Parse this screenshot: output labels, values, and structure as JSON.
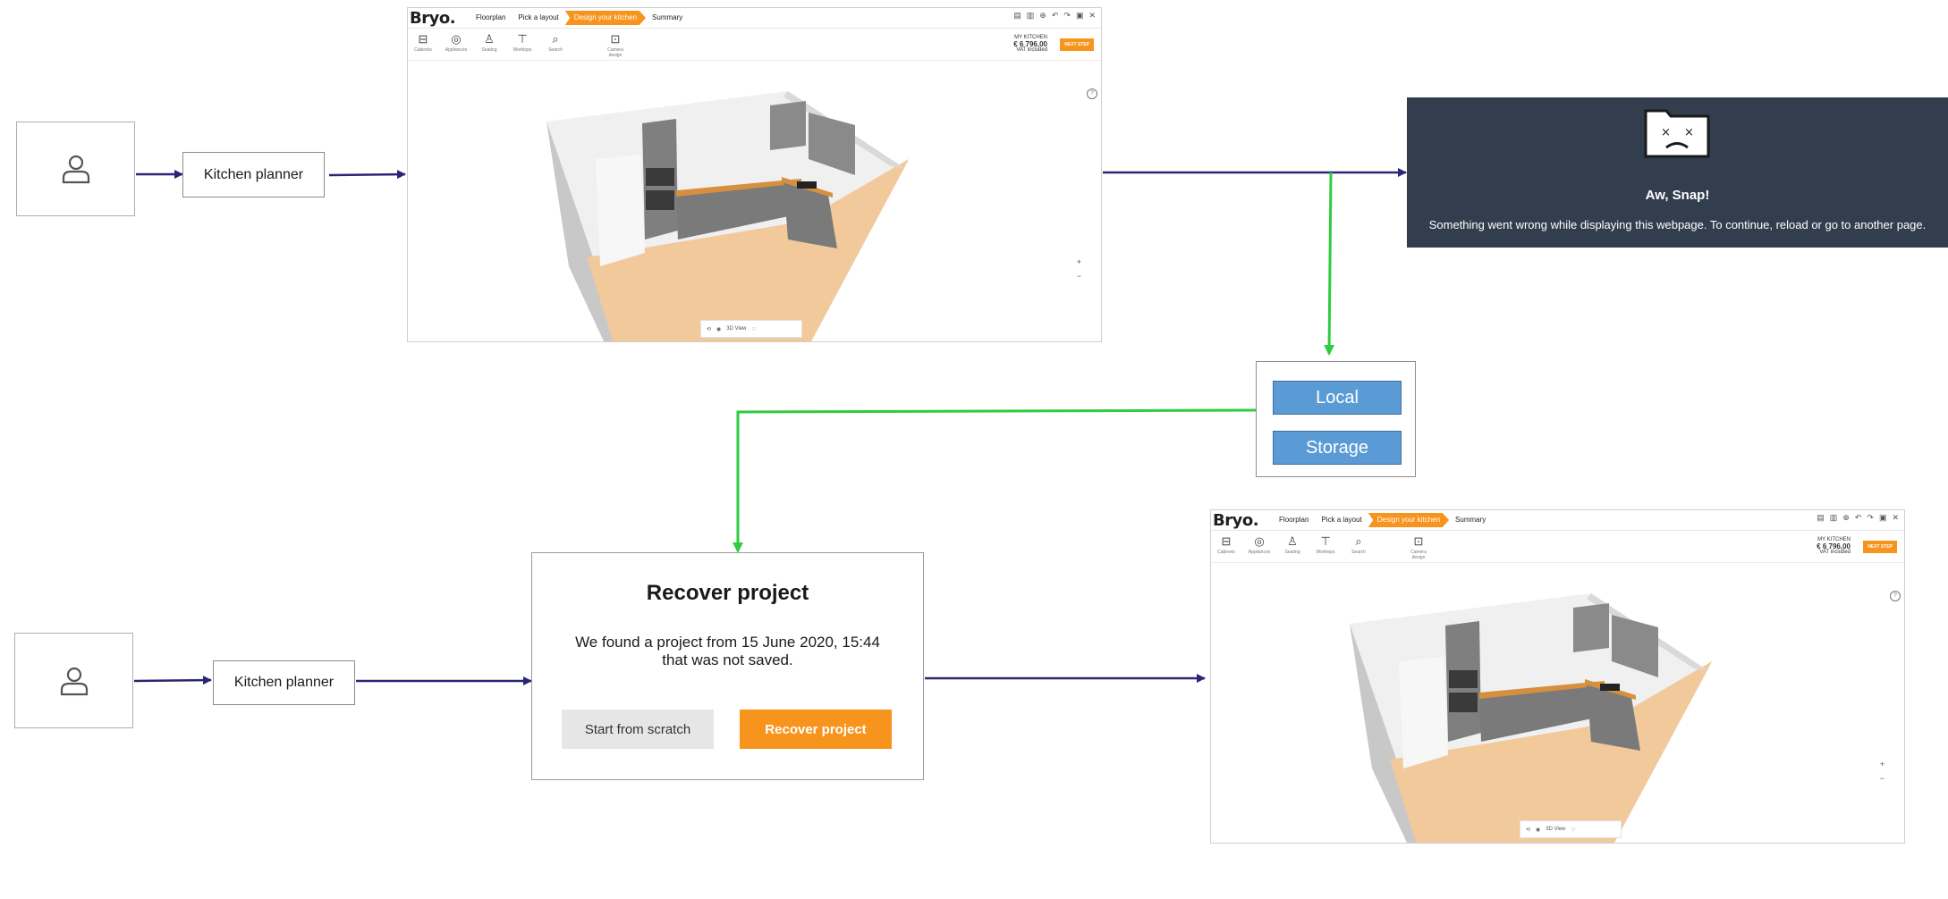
{
  "colors": {
    "arrow_main": "#2b2575",
    "arrow_storage": "#2ecc40",
    "accent": "#f7941d",
    "crash_bg": "#323e4d",
    "storage_blue": "#5b9bd5"
  },
  "flow_top": {
    "user_icon": "user-icon",
    "planner_label": "Kitchen planner"
  },
  "flow_bottom": {
    "user_icon": "user-icon",
    "planner_label": "Kitchen planner"
  },
  "app": {
    "logo": "Bryo.",
    "steps": [
      "Floorplan",
      "Pick a layout",
      "Design your kitchen",
      "Summary"
    ],
    "active_step": "Design your kitchen",
    "tools": [
      "Cabinets",
      "Appliances",
      "Seating",
      "Worktops",
      "Search",
      "Camera design"
    ],
    "project_name": "MY KITCHEN",
    "price": "€ 6 796,00",
    "vat": "VAT included",
    "next_label": "NEXT STEP",
    "view_label": "3D View"
  },
  "crash": {
    "title": "Aw, Snap!",
    "message": "Something went wrong while displaying this webpage. To continue, reload or go to another page."
  },
  "storage": {
    "line1": "Local",
    "line2": "Storage"
  },
  "dialog": {
    "title": "Recover project",
    "line1": "We found a project from 15 June 2020, 15:44",
    "line2": "that was not saved.",
    "scratch_label": "Start from scratch",
    "recover_label": "Recover project"
  }
}
